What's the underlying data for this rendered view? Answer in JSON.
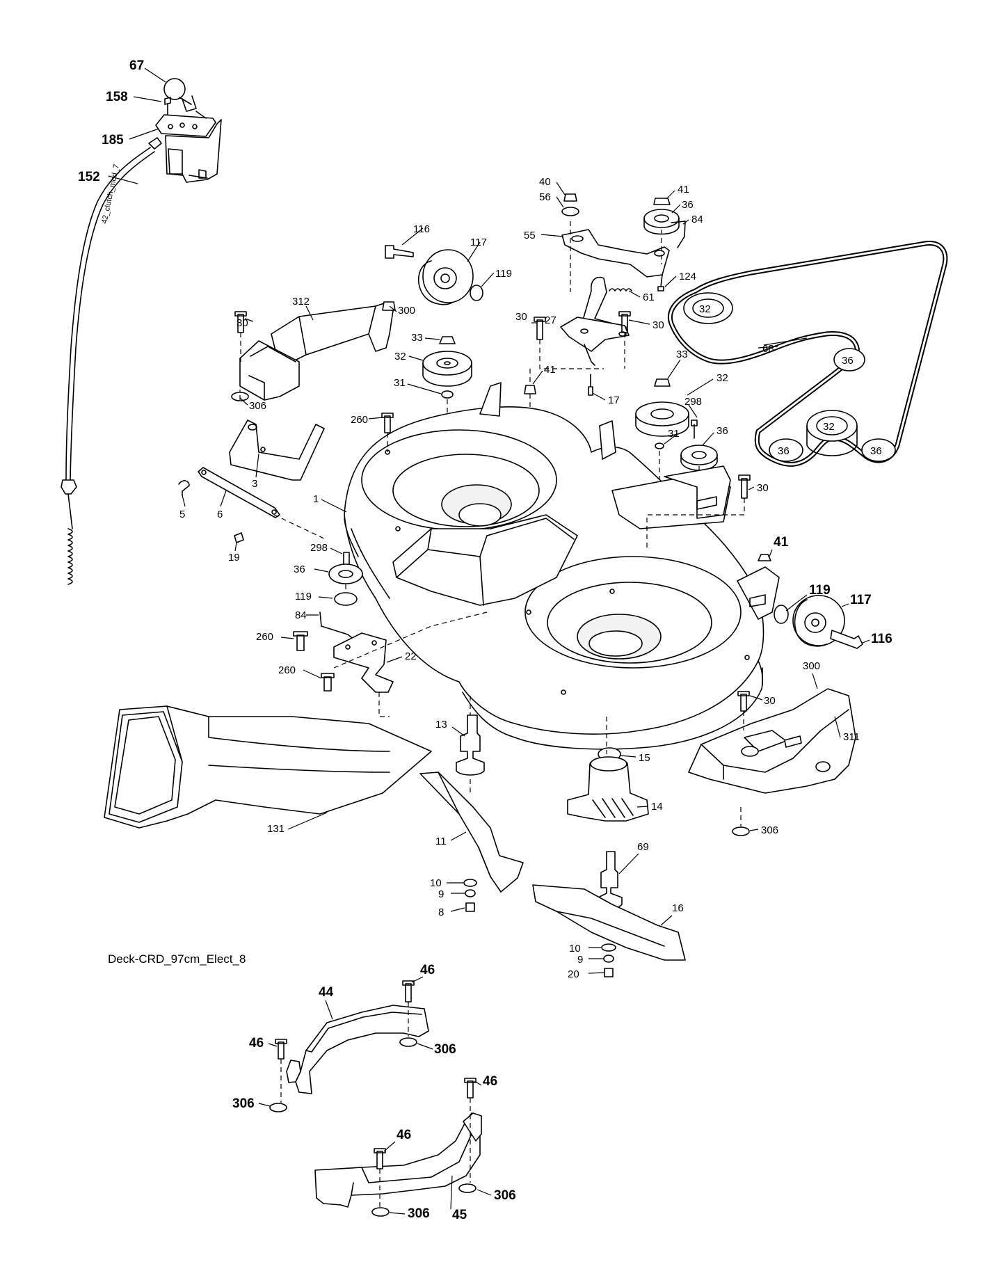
{
  "diagram": {
    "caption": "Deck-CRD_97cm_Elect_8",
    "cable_text": "42_clutch_mod_7",
    "labels": [
      {
        "id": "lbl-67a",
        "text": "67",
        "style": "bold"
      },
      {
        "id": "lbl-158",
        "text": "158",
        "style": "bold"
      },
      {
        "id": "lbl-185",
        "text": "185",
        "style": "bold"
      },
      {
        "id": "lbl-152",
        "text": "152",
        "style": "bold"
      },
      {
        "id": "lbl-40",
        "text": "40",
        "style": "regular"
      },
      {
        "id": "lbl-56",
        "text": "56",
        "style": "regular"
      },
      {
        "id": "lbl-41a",
        "text": "41",
        "style": "regular"
      },
      {
        "id": "lbl-36a",
        "text": "36",
        "style": "regular"
      },
      {
        "id": "lbl-84a",
        "text": "84",
        "style": "regular"
      },
      {
        "id": "lbl-55",
        "text": "55",
        "style": "regular"
      },
      {
        "id": "lbl-124",
        "text": "124",
        "style": "regular"
      },
      {
        "id": "lbl-61",
        "text": "61",
        "style": "regular"
      },
      {
        "id": "lbl-116a",
        "text": "116",
        "style": "regular"
      },
      {
        "id": "lbl-117a",
        "text": "117",
        "style": "regular"
      },
      {
        "id": "lbl-119a",
        "text": "119",
        "style": "regular"
      },
      {
        "id": "lbl-312",
        "text": "312",
        "style": "regular"
      },
      {
        "id": "lbl-300a",
        "text": "300",
        "style": "regular"
      },
      {
        "id": "lbl-30a",
        "text": "30",
        "style": "regular"
      },
      {
        "id": "lbl-30b",
        "text": "30",
        "style": "regular"
      },
      {
        "id": "lbl-27",
        "text": "27",
        "style": "regular"
      },
      {
        "id": "lbl-30c",
        "text": "30",
        "style": "regular"
      },
      {
        "id": "lbl-33a",
        "text": "33",
        "style": "regular"
      },
      {
        "id": "lbl-32a",
        "text": "32",
        "style": "regular"
      },
      {
        "id": "lbl-31a",
        "text": "31",
        "style": "regular"
      },
      {
        "id": "lbl-41b",
        "text": "41",
        "style": "regular"
      },
      {
        "id": "lbl-17",
        "text": "17",
        "style": "regular"
      },
      {
        "id": "lbl-33b",
        "text": "33",
        "style": "regular"
      },
      {
        "id": "lbl-32b",
        "text": "32",
        "style": "regular"
      },
      {
        "id": "lbl-298a",
        "text": "298",
        "style": "regular"
      },
      {
        "id": "lbl-31b",
        "text": "31",
        "style": "regular"
      },
      {
        "id": "lbl-36b",
        "text": "36",
        "style": "regular"
      },
      {
        "id": "lbl-306a",
        "text": "306",
        "style": "regular"
      },
      {
        "id": "lbl-260a",
        "text": "260",
        "style": "regular"
      },
      {
        "id": "lbl-3",
        "text": "3",
        "style": "regular"
      },
      {
        "id": "lbl-5",
        "text": "5",
        "style": "regular"
      },
      {
        "id": "lbl-6",
        "text": "6",
        "style": "regular"
      },
      {
        "id": "lbl-1",
        "text": "1",
        "style": "regular"
      },
      {
        "id": "lbl-19",
        "text": "19",
        "style": "regular"
      },
      {
        "id": "lbl-30d",
        "text": "30",
        "style": "regular"
      },
      {
        "id": "lbl-298b",
        "text": "298",
        "style": "regular"
      },
      {
        "id": "lbl-41c",
        "text": "41",
        "style": "bold"
      },
      {
        "id": "lbl-36c",
        "text": "36",
        "style": "regular"
      },
      {
        "id": "lbl-119b",
        "text": "119",
        "style": "regular"
      },
      {
        "id": "lbl-84b",
        "text": "84",
        "style": "regular"
      },
      {
        "id": "lbl-119c",
        "text": "119",
        "style": "bold"
      },
      {
        "id": "lbl-117b",
        "text": "117",
        "style": "bold"
      },
      {
        "id": "lbl-116b",
        "text": "116",
        "style": "bold"
      },
      {
        "id": "lbl-260b",
        "text": "260",
        "style": "regular"
      },
      {
        "id": "lbl-22",
        "text": "22",
        "style": "regular"
      },
      {
        "id": "lbl-260c",
        "text": "260",
        "style": "regular"
      },
      {
        "id": "lbl-300b",
        "text": "300",
        "style": "regular"
      },
      {
        "id": "lbl-30e",
        "text": "30",
        "style": "regular"
      },
      {
        "id": "lbl-311",
        "text": "311",
        "style": "regular"
      },
      {
        "id": "lbl-13",
        "text": "13",
        "style": "regular"
      },
      {
        "id": "lbl-15",
        "text": "15",
        "style": "regular"
      },
      {
        "id": "lbl-14",
        "text": "14",
        "style": "regular"
      },
      {
        "id": "lbl-131",
        "text": "131",
        "style": "regular"
      },
      {
        "id": "lbl-306b",
        "text": "306",
        "style": "regular"
      },
      {
        "id": "lbl-11",
        "text": "11",
        "style": "regular"
      },
      {
        "id": "lbl-69",
        "text": "69",
        "style": "regular"
      },
      {
        "id": "lbl-10a",
        "text": "10",
        "style": "regular"
      },
      {
        "id": "lbl-9a",
        "text": "9",
        "style": "regular"
      },
      {
        "id": "lbl-8",
        "text": "8",
        "style": "regular"
      },
      {
        "id": "lbl-16",
        "text": "16",
        "style": "regular"
      },
      {
        "id": "lbl-10b",
        "text": "10",
        "style": "regular"
      },
      {
        "id": "lbl-9b",
        "text": "9",
        "style": "regular"
      },
      {
        "id": "lbl-20",
        "text": "20",
        "style": "regular"
      },
      {
        "id": "lbl-68",
        "text": "68",
        "style": "regular"
      },
      {
        "id": "lbl-46a",
        "text": "46",
        "style": "bold"
      },
      {
        "id": "lbl-44",
        "text": "44",
        "style": "bold"
      },
      {
        "id": "lbl-46b",
        "text": "46",
        "style": "bold"
      },
      {
        "id": "lbl-306c",
        "text": "306",
        "style": "bold"
      },
      {
        "id": "lbl-306d",
        "text": "306",
        "style": "bold"
      },
      {
        "id": "lbl-46c",
        "text": "46",
        "style": "bold"
      },
      {
        "id": "lbl-46d",
        "text": "46",
        "style": "bold"
      },
      {
        "id": "lbl-306e",
        "text": "306",
        "style": "bold"
      },
      {
        "id": "lbl-45",
        "text": "45",
        "style": "bold"
      },
      {
        "id": "lbl-306f",
        "text": "306",
        "style": "bold"
      }
    ],
    "belt_pulley_labels": [
      {
        "id": "bp-32a",
        "text": "32"
      },
      {
        "id": "bp-36a",
        "text": "36"
      },
      {
        "id": "bp-32b",
        "text": "32"
      },
      {
        "id": "bp-36b",
        "text": "36"
      },
      {
        "id": "bp-36c",
        "text": "36"
      }
    ]
  }
}
